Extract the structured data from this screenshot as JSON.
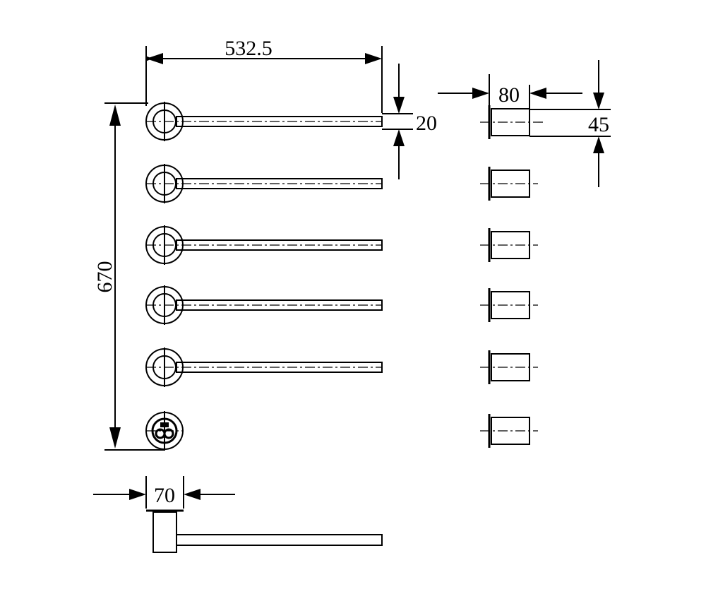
{
  "drawing": {
    "dimensions": {
      "bar_length": "532.5",
      "bar_thickness": "20",
      "base_depth": "80",
      "base_height": "45",
      "total_height": "670",
      "base_diameter": "70"
    },
    "arm_count": 5,
    "line_color": "#000000",
    "background": "#ffffff"
  }
}
